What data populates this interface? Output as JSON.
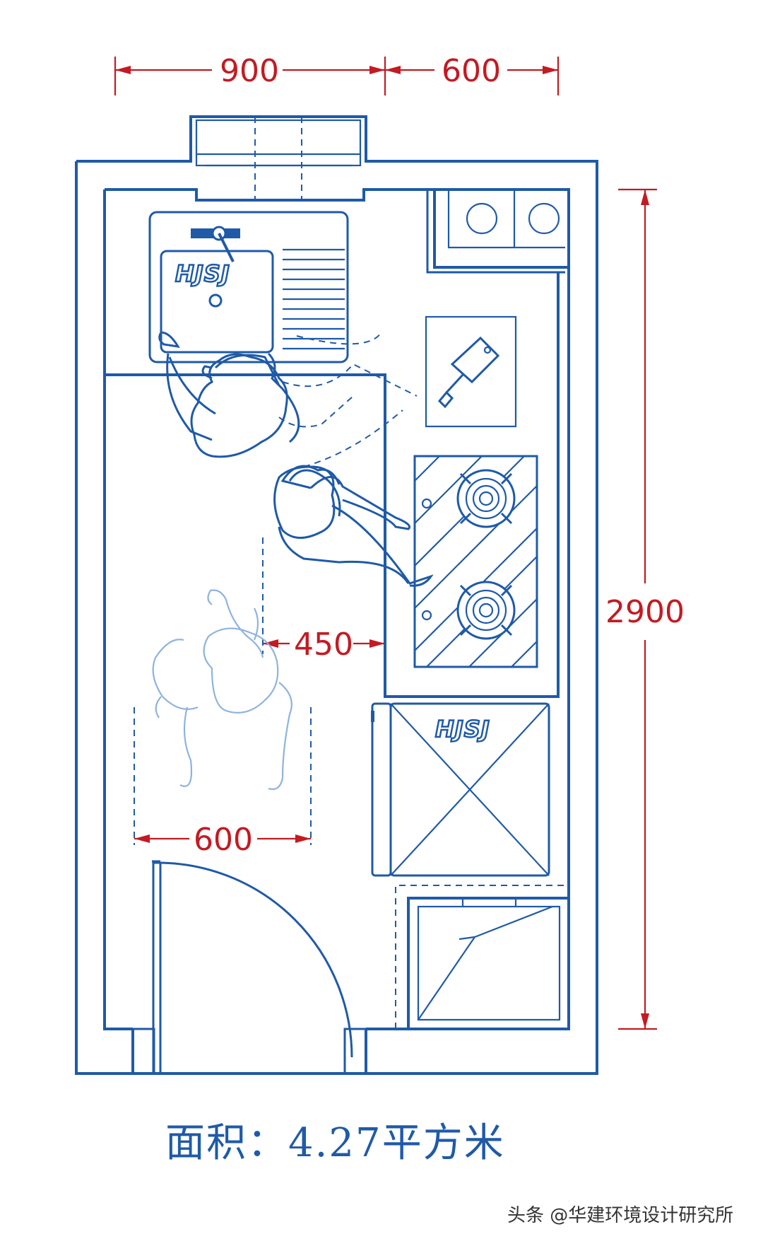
{
  "dimensions": {
    "top_left": "900",
    "top_right": "600",
    "right_height": "2900",
    "aisle_width": "450",
    "bottom_width": "600"
  },
  "sink_logo": "HJSJ",
  "fridge_logo": "HJSJ",
  "area_caption": "面积：4.27平方米",
  "watermark": "头条 @华建环境设计研究所",
  "colors": {
    "line": "#1f5aa8",
    "dimension": "#c41a22",
    "ghost": "#8fb3df"
  },
  "icons": [
    "knife-icon",
    "gas-burner-icon",
    "washing-machine-icon",
    "refrigerator-icon",
    "sink-icon",
    "person-icon"
  ]
}
